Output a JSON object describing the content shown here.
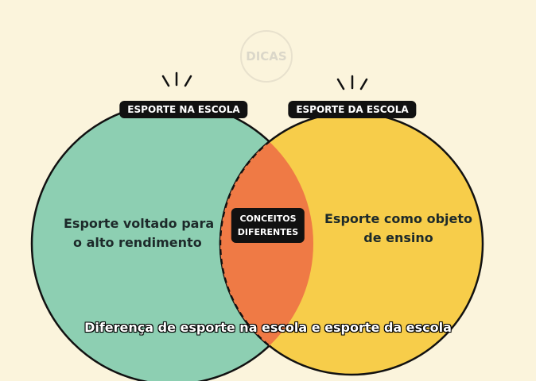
{
  "logo": {
    "text": "DICAS"
  },
  "left_circle": {
    "label": "ESPORTE NA ESCOLA",
    "text_line1": "Esporte voltado para",
    "text_line2": "o alto rendimento",
    "color": "#8dcfb2"
  },
  "right_circle": {
    "label": "ESPORTE DA ESCOLA",
    "text_line1": "Esporte como objeto",
    "text_line2": "de ensino",
    "color": "#f7cd4a"
  },
  "intersection": {
    "line1": "CONCEITOS",
    "line2": "DIFERENTES",
    "color": "#ef7a45"
  },
  "caption": "Diferença de esporte na escola e esporte da escola"
}
